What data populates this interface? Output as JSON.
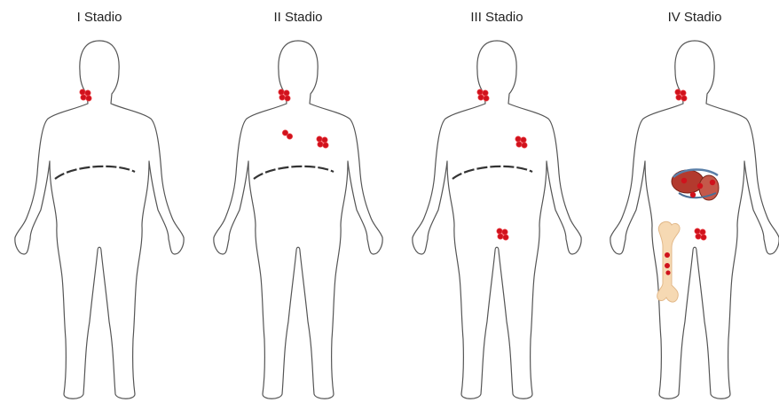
{
  "stages": [
    {
      "title": "I Stadio",
      "sites": [
        "neck"
      ]
    },
    {
      "title": "II Stadio",
      "sites": [
        "neck",
        "chest-left",
        "armpit-left"
      ]
    },
    {
      "title": "III Stadio",
      "sites": [
        "neck",
        "armpit-left",
        "groin-left"
      ]
    },
    {
      "title": "IV Stadio",
      "sites": [
        "neck",
        "abdomen-organs",
        "femur-bone",
        "groin-left"
      ]
    }
  ],
  "colors": {
    "outline": "#555555",
    "node": "#d0121c",
    "node_highlight": "#f04a50",
    "diaphragm": "#333333",
    "organ": "#b33a2e",
    "bone": "#f6d9b3"
  }
}
